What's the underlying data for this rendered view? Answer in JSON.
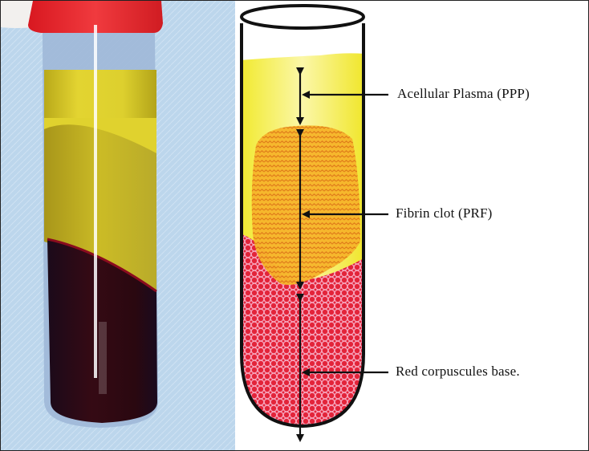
{
  "figure": {
    "photo": {
      "description": "Blood collection tube after centrifugation",
      "cap_color": "#e8242a",
      "background_color": "#b9d4ea",
      "layers": [
        {
          "name": "plasma",
          "color": "#d8c51e"
        },
        {
          "name": "red-cells",
          "color": "#2a0a12"
        }
      ]
    },
    "diagram": {
      "colors": {
        "ppp": "#f5ef3a",
        "prf": "#f4a621",
        "rbc": "#e8364a",
        "outline": "#111111"
      },
      "labels": [
        {
          "id": "ppp",
          "text": "Acellular Plasma (PPP)"
        },
        {
          "id": "prf",
          "text": "Fibrin clot (PRF)"
        },
        {
          "id": "rbc",
          "text": "Red corpuscules base."
        }
      ]
    }
  }
}
